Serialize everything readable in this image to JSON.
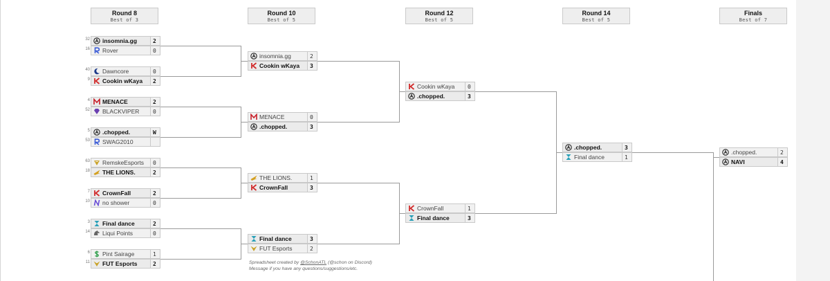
{
  "rounds": [
    {
      "title": "Round 8",
      "subtitle": "Best of 3"
    },
    {
      "title": "Round 10",
      "subtitle": "Best of 5"
    },
    {
      "title": "Round 12",
      "subtitle": "Best of 5"
    },
    {
      "title": "Round 14",
      "subtitle": "Best of 5"
    },
    {
      "title": "Finals",
      "subtitle": "Best of 7"
    }
  ],
  "r8": [
    {
      "seed": "32",
      "name": "insomnia.gg",
      "score": "2",
      "win": true,
      "icon": "a-circle-icon",
      "color": "#222"
    },
    {
      "seed": "16",
      "name": "Rover",
      "score": "0",
      "win": false,
      "icon": "r-letter-icon",
      "color": "#3b5bd6"
    },
    {
      "seed": "40",
      "name": "Dawncore",
      "score": "0",
      "win": false,
      "icon": "crescent-icon",
      "color": "#1d3a8a"
    },
    {
      "seed": "9",
      "name": "Cookin wKaya",
      "score": "2",
      "win": true,
      "icon": "k-letter-icon",
      "color": "#d12b2b"
    },
    {
      "seed": "4",
      "name": "MENACE",
      "score": "2",
      "win": true,
      "icon": "m-letter-icon",
      "color": "#c8202a"
    },
    {
      "seed": "52",
      "name": "BLACKVIPER",
      "score": "0",
      "win": false,
      "icon": "diamond-icon",
      "color": "#6a3fb0"
    },
    {
      "seed": "5",
      "name": ".chopped.",
      "score": "W",
      "win": true,
      "icon": "a-circle-icon",
      "color": "#222"
    },
    {
      "seed": "53",
      "name": "SWAG2010",
      "score": "",
      "win": false,
      "icon": "r-letter-icon",
      "color": "#3b5bd6"
    },
    {
      "seed": "63",
      "name": "RemskeEsports",
      "score": "0",
      "win": false,
      "icon": "wing-icon",
      "color": "#c9a227"
    },
    {
      "seed": "18",
      "name": "THE LIONS.",
      "score": "2",
      "win": true,
      "icon": "wing-icon",
      "color": "#d4a020"
    },
    {
      "seed": "7",
      "name": "CrownFall",
      "score": "2",
      "win": true,
      "icon": "k-letter-icon",
      "color": "#d12b2b"
    },
    {
      "seed": "10",
      "name": "no shower",
      "score": "0",
      "win": false,
      "icon": "n-letter-icon",
      "color": "#6a4fd6"
    },
    {
      "seed": "3",
      "name": "Final dance",
      "score": "2",
      "win": true,
      "icon": "hourglass-icon",
      "color": "#2aa0b8"
    },
    {
      "seed": "14",
      "name": "Liqui Points",
      "score": "0",
      "win": false,
      "icon": "horse-icon",
      "color": "#666"
    },
    {
      "seed": "6",
      "name": "Pint Sairage",
      "score": "1",
      "win": false,
      "icon": "dollar-icon",
      "color": "#2e9e4a"
    },
    {
      "seed": "11",
      "name": "FUT Esports",
      "score": "2",
      "win": true,
      "icon": "wing-icon",
      "color": "#c9a227"
    }
  ],
  "r10": [
    {
      "name": "insomnia.gg",
      "score": "2",
      "win": false,
      "icon": "a-circle-icon",
      "color": "#222"
    },
    {
      "name": "Cookin wKaya",
      "score": "3",
      "win": true,
      "icon": "k-letter-icon",
      "color": "#d12b2b"
    },
    {
      "name": "MENACE",
      "score": "0",
      "win": false,
      "icon": "m-letter-icon",
      "color": "#c8202a"
    },
    {
      "name": ".chopped.",
      "score": "3",
      "win": true,
      "icon": "a-circle-icon",
      "color": "#222"
    },
    {
      "name": "THE LIONS.",
      "score": "1",
      "win": false,
      "icon": "wing-icon",
      "color": "#d4a020"
    },
    {
      "name": "CrownFall",
      "score": "3",
      "win": true,
      "icon": "k-letter-icon",
      "color": "#d12b2b"
    },
    {
      "name": "Final dance",
      "score": "3",
      "win": true,
      "icon": "hourglass-icon",
      "color": "#2aa0b8"
    },
    {
      "name": "FUT Esports",
      "score": "2",
      "win": false,
      "icon": "wing-icon",
      "color": "#c9a227"
    }
  ],
  "r12": [
    {
      "name": "Cookin wKaya",
      "score": "0",
      "win": false,
      "icon": "k-letter-icon",
      "color": "#d12b2b"
    },
    {
      "name": ".chopped.",
      "score": "3",
      "win": true,
      "icon": "a-circle-icon",
      "color": "#222"
    },
    {
      "name": "CrownFall",
      "score": "1",
      "win": false,
      "icon": "k-letter-icon",
      "color": "#d12b2b"
    },
    {
      "name": "Final dance",
      "score": "3",
      "win": true,
      "icon": "hourglass-icon",
      "color": "#2aa0b8"
    }
  ],
  "r14": [
    {
      "name": ".chopped.",
      "score": "3",
      "win": true,
      "icon": "a-circle-icon",
      "color": "#222"
    },
    {
      "name": "Final dance",
      "score": "1",
      "win": false,
      "icon": "hourglass-icon",
      "color": "#2aa0b8"
    }
  ],
  "finals": [
    {
      "name": ".chopped.",
      "score": "2",
      "win": false,
      "icon": "a-circle-icon",
      "color": "#222"
    },
    {
      "name": "NAVI",
      "score": "4",
      "win": true,
      "icon": "a-circle-icon",
      "color": "#222"
    }
  ],
  "credit": {
    "line1_prefix": "Spreadsheet created by ",
    "line1_handle": "@SchonATL",
    "line1_suffix": " (@schon on Discord)",
    "line2": "Message if you have any questions/suggestions/etc."
  }
}
